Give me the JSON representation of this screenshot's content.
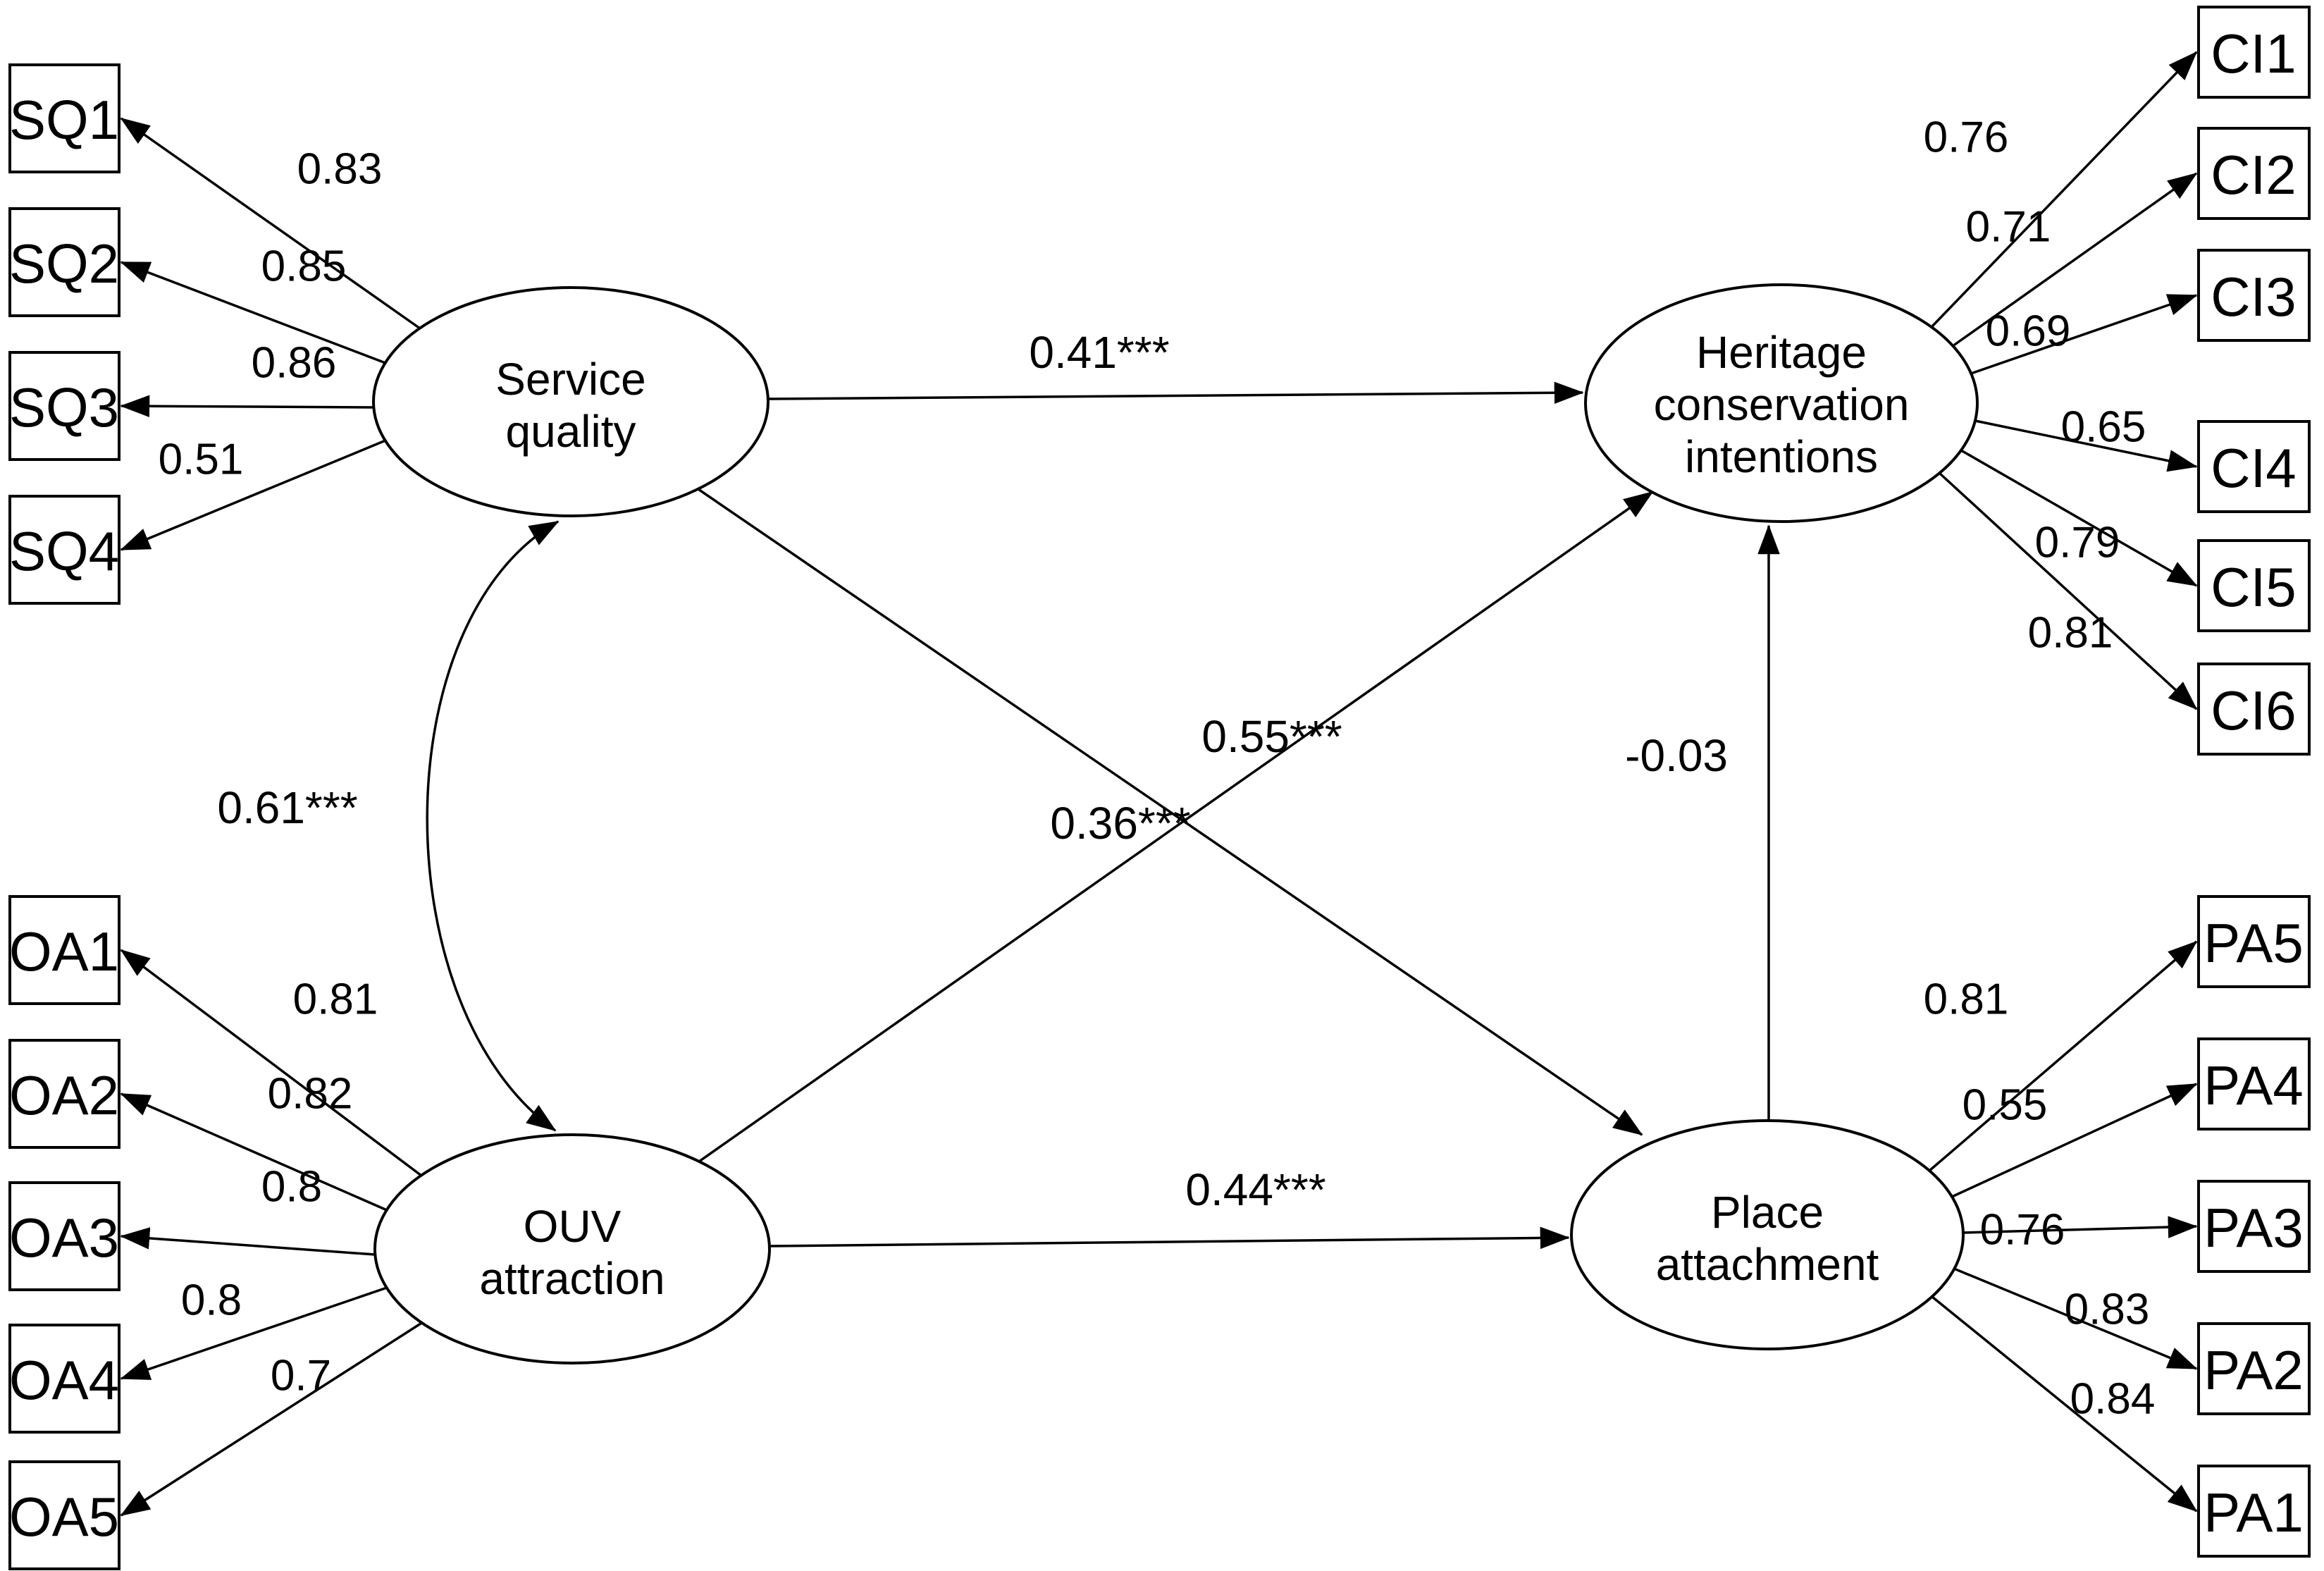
{
  "diagram": {
    "title": "Structural equation model path diagram",
    "colors": {
      "line": "#000000",
      "background": "#ffffff"
    },
    "latents": {
      "service_quality": {
        "line1": "Service",
        "line2": "quality"
      },
      "ouv_attraction": {
        "line1": "OUV",
        "line2": "attraction"
      },
      "heritage_conservation_intentions": {
        "line1": "Heritage",
        "line2": "conservation",
        "line3": "intentions"
      },
      "place_attachment": {
        "line1": "Place",
        "line2": "attachment"
      }
    },
    "indicators": {
      "sq": [
        {
          "label": "SQ1",
          "loading": "0.83"
        },
        {
          "label": "SQ2",
          "loading": "0.85"
        },
        {
          "label": "SQ3",
          "loading": "0.86"
        },
        {
          "label": "SQ4",
          "loading": "0.51"
        }
      ],
      "oa": [
        {
          "label": "OA1",
          "loading": "0.81"
        },
        {
          "label": "OA2",
          "loading": "0.82"
        },
        {
          "label": "OA3",
          "loading": "0.8"
        },
        {
          "label": "OA4",
          "loading": "0.8"
        },
        {
          "label": "OA5",
          "loading": "0.7"
        }
      ],
      "ci": [
        {
          "label": "CI1",
          "loading": "0.76"
        },
        {
          "label": "CI2",
          "loading": "0.71"
        },
        {
          "label": "CI3",
          "loading": "0.69"
        },
        {
          "label": "CI4",
          "loading": "0.65"
        },
        {
          "label": "CI5",
          "loading": "0.79"
        },
        {
          "label": "CI6",
          "loading": "0.81"
        }
      ],
      "pa": [
        {
          "label": "PA5",
          "loading": "0.81"
        },
        {
          "label": "PA4",
          "loading": "0.55"
        },
        {
          "label": "PA3",
          "loading": "0.76"
        },
        {
          "label": "PA2",
          "loading": "0.83"
        },
        {
          "label": "PA1",
          "loading": "0.84"
        }
      ]
    },
    "paths": {
      "sq_to_hci": "0.41***",
      "ouv_to_hci": "0.55***",
      "sq_to_pa": "0.36***",
      "ouv_to_pa": "0.44***",
      "pa_to_hci": "-0.03",
      "sq_ouv_covariance": "0.61***"
    }
  }
}
